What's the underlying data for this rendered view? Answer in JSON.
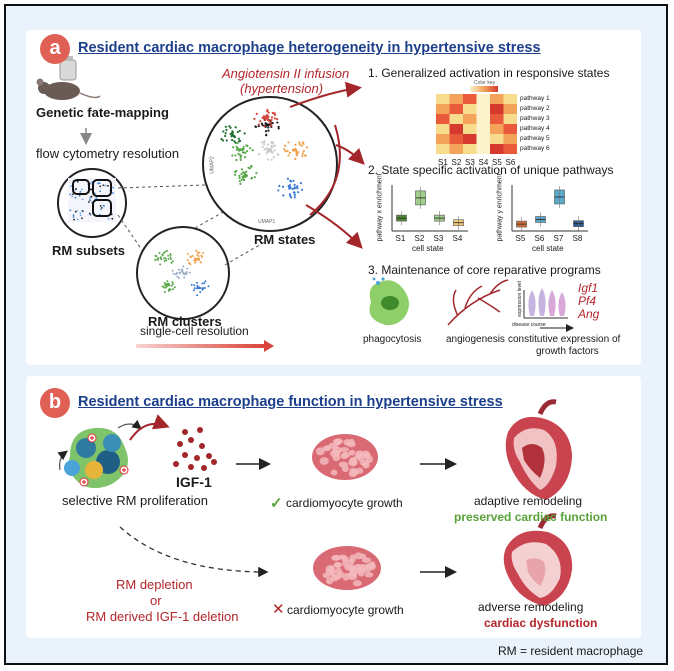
{
  "panel_a": {
    "badge": "a",
    "title": "Resident cardiac macrophage heterogeneity in hypertensive stress",
    "fate_mapping": "Genetic fate-mapping",
    "flow_cytometry": "flow cytometry resolution",
    "rm_subsets": "RM subsets",
    "rm_clusters": "RM clusters",
    "rm_states": "RM states",
    "single_cell": "single-cell resolution",
    "angiotensin_line1": "Angiotensin II infusion",
    "angiotensin_line2": "(hypertension)",
    "umap_x": "UMAP1",
    "umap_y": "UMAP2",
    "step1": "1. Generalized activation in responsive states",
    "heatmap": {
      "key_label": "Color key",
      "rows": [
        "pathway 1",
        "pathway 2",
        "pathway 3",
        "pathway 4",
        "pathway 5",
        "pathway 6"
      ],
      "cols": [
        "S1",
        "S2",
        "S3",
        "S4",
        "S5",
        "S6"
      ],
      "colors": [
        [
          "#f8dc8e",
          "#f3a35a",
          "#e85a3a",
          "#fcf2cc",
          "#f3a35a",
          "#f8dc8e"
        ],
        [
          "#f3a35a",
          "#e85a3a",
          "#f8dc8e",
          "#fcf2cc",
          "#d63a2e",
          "#f3a35a"
        ],
        [
          "#e85a3a",
          "#f8dc8e",
          "#f3a35a",
          "#fcf2cc",
          "#e85a3a",
          "#f8dc8e"
        ],
        [
          "#f8dc8e",
          "#d63a2e",
          "#f8dc8e",
          "#fcf2cc",
          "#f3a35a",
          "#e85a3a"
        ],
        [
          "#f3a35a",
          "#e85a3a",
          "#d63a2e",
          "#fcf2cc",
          "#f8dc8e",
          "#f3a35a"
        ],
        [
          "#f8dc8e",
          "#f3a35a",
          "#f8dc8e",
          "#fcf2cc",
          "#d63a2e",
          "#e85a3a"
        ]
      ]
    },
    "step2": "2. State specific activation of unique pathways",
    "box_left": {
      "ylabel": "pathway x enrichment",
      "xlabel": "cell state",
      "categories": [
        "S1",
        "S2",
        "S3",
        "S4"
      ],
      "colors": [
        "#4f8a34",
        "#9fcf8a",
        "#9fcf8a",
        "#f2c879"
      ],
      "medians": [
        0.28,
        0.72,
        0.28,
        0.18
      ]
    },
    "box_right": {
      "ylabel": "pathway y enrichment",
      "xlabel": "cell state",
      "categories": [
        "S5",
        "S6",
        "S7",
        "S8"
      ],
      "colors": [
        "#d9703a",
        "#5aa9c9",
        "#5aa9c9",
        "#2b5c92"
      ],
      "medians": [
        0.15,
        0.25,
        0.74,
        0.16
      ]
    },
    "step3": "3. Maintenance of core reparative programs",
    "phagocytosis": "phagocytosis",
    "angiogenesis": "angiogenesis",
    "growth_factors_line1": "constitutive expression of",
    "growth_factors_line2": "growth factors",
    "violin_ylabel": "expression level",
    "violin_xlabel": "disease course",
    "genes": [
      "Igf1",
      "Pf4",
      "Ang"
    ]
  },
  "panel_b": {
    "badge": "b",
    "title": "Resident cardiac macrophage function in hypertensive stress",
    "igf": "IGF-1",
    "selective_proliferation": "selective RM proliferation",
    "growth_label": "cardiomyocyte growth",
    "adaptive": "adaptive remodeling",
    "preserved": "preserved cardiac function",
    "rm_depletion": "RM depletion",
    "or": "or",
    "igf_deletion": "RM derived IGF-1 deletion",
    "adverse": "adverse remodeling",
    "dysfunction": "cardiac dysfunction",
    "check_mark": "✓",
    "cross_mark": "✕"
  },
  "footer": "RM = resident macrophage",
  "colors": {
    "title_blue": "#1c3f8c",
    "badge_red": "#e06056",
    "arrow_red": "#a3262a",
    "green": "#5aa23a",
    "red_text": "#b3262b"
  }
}
